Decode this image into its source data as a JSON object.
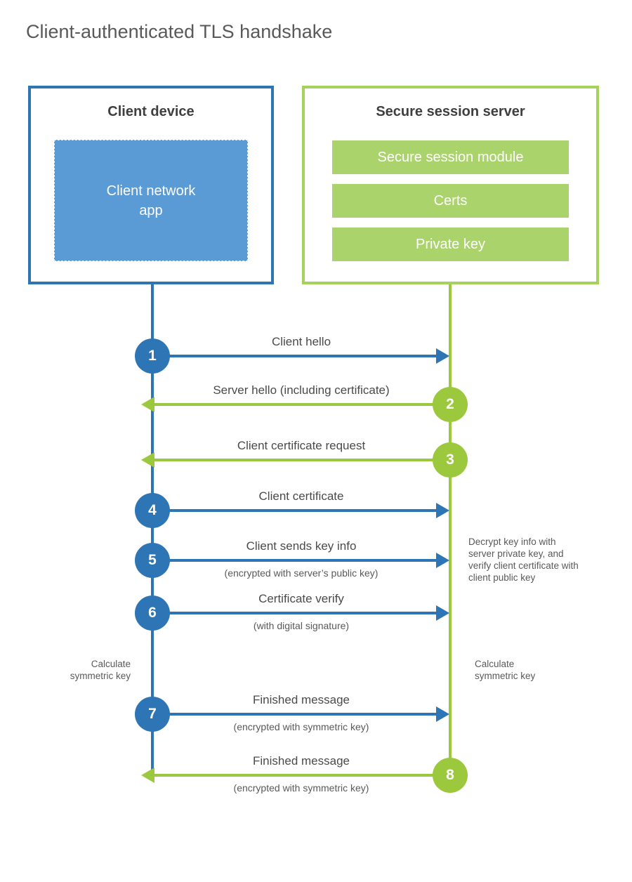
{
  "page": {
    "title": "Client-authenticated TLS handshake"
  },
  "client": {
    "title": "Client device",
    "app_label": "Client network\napp"
  },
  "server": {
    "title": "Secure session server",
    "modules": [
      "Secure session module",
      "Certs",
      "Private key"
    ]
  },
  "steps": [
    {
      "num": "1",
      "label": "Client hello",
      "sub": "",
      "direction": "client-to-server"
    },
    {
      "num": "2",
      "label": "Server hello (including certificate)",
      "sub": "",
      "direction": "server-to-client"
    },
    {
      "num": "3",
      "label": "Client certificate request",
      "sub": "",
      "direction": "server-to-client"
    },
    {
      "num": "4",
      "label": "Client certificate",
      "sub": "",
      "direction": "client-to-server"
    },
    {
      "num": "5",
      "label": "Client sends key info",
      "sub": "(encrypted with server’s public key)",
      "direction": "client-to-server"
    },
    {
      "num": "6",
      "label": "Certificate verify",
      "sub": "(with digital signature)",
      "direction": "client-to-server"
    },
    {
      "num": "7",
      "label": "Finished message",
      "sub": "(encrypted with symmetric key)",
      "direction": "client-to-server"
    },
    {
      "num": "8",
      "label": "Finished message",
      "sub": "(encrypted with symmetric key)",
      "direction": "server-to-client"
    }
  ],
  "notes": {
    "decrypt": "Decrypt key info with server private key, and verify client certificate with client public key",
    "calc_client": "Calculate symmetric key",
    "calc_server": "Calculate symmetric key"
  },
  "colors": {
    "blue_accent": "#2e75b6",
    "blue_fill": "#5b9bd5",
    "green_accent": "#9cc83d",
    "green_fill": "#aad36c",
    "green_border": "#a6d15c",
    "title_text": "#58595b",
    "label_text": "#4a4a4a",
    "note_text": "#595959"
  }
}
